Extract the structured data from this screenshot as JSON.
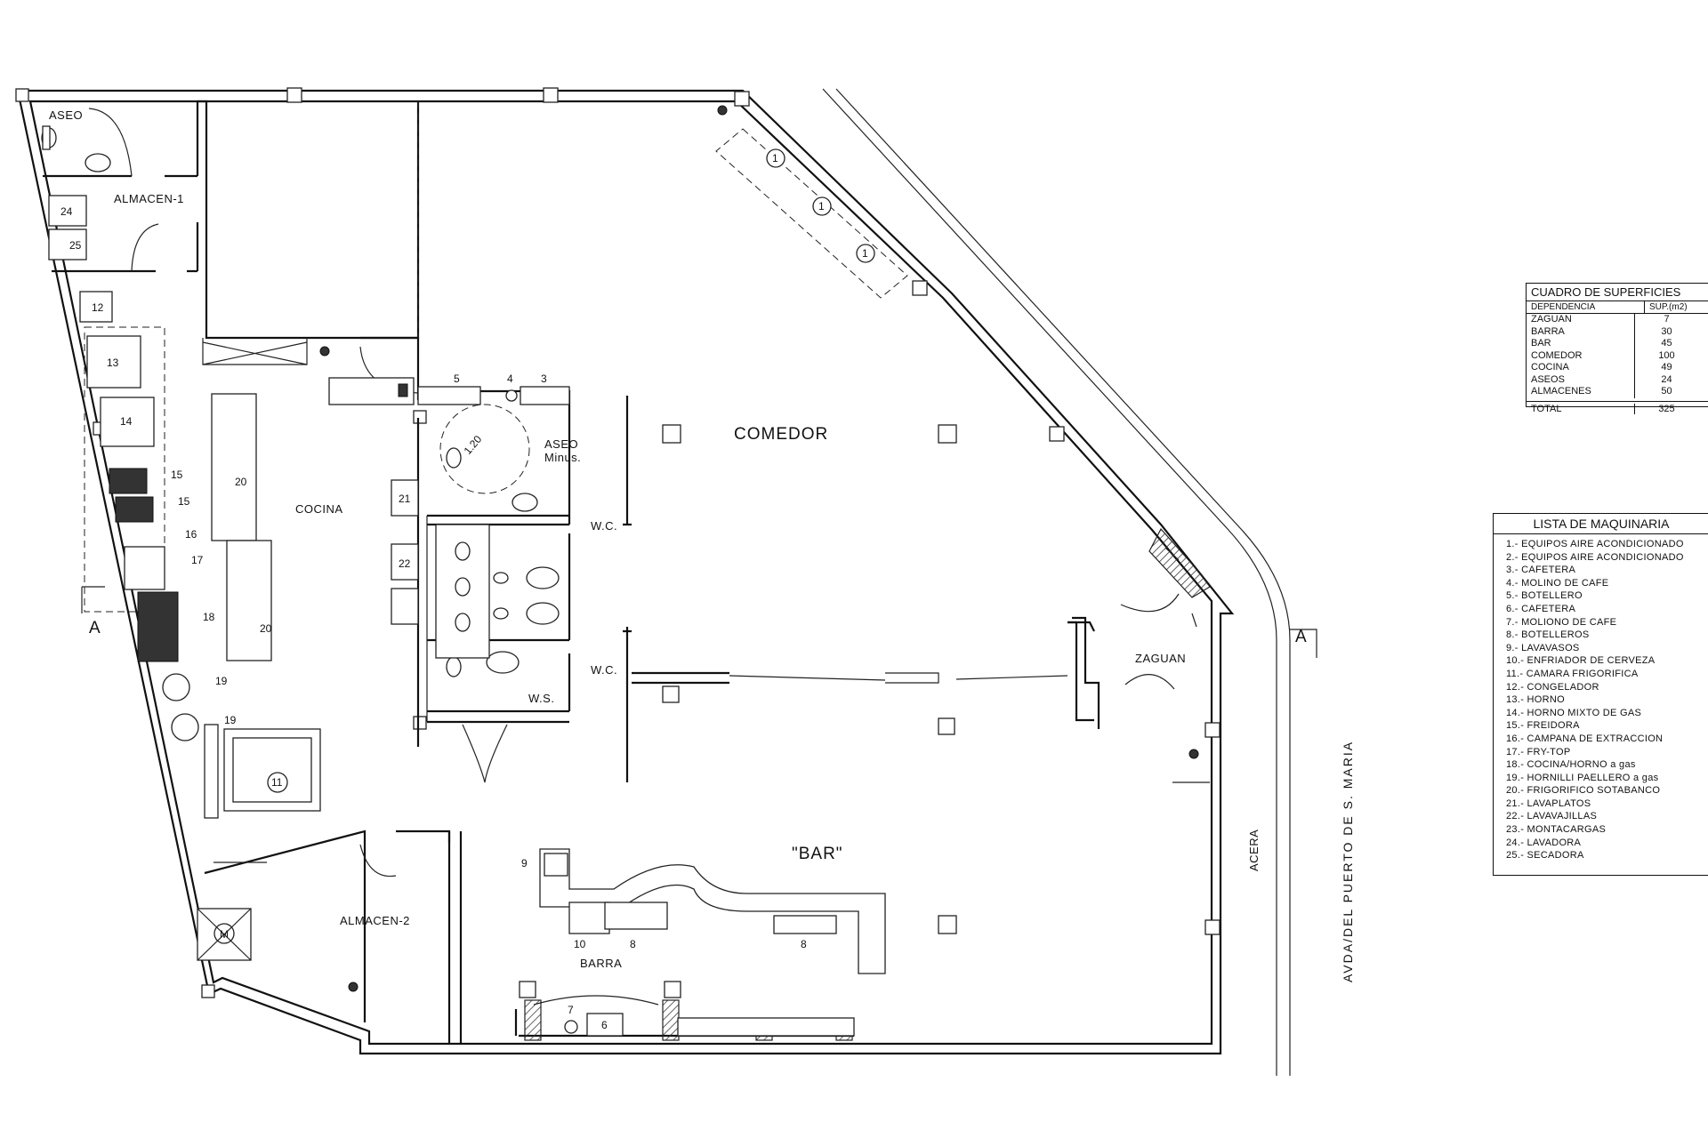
{
  "rooms": {
    "aseo": "ASEO",
    "almacen1": "ALMACEN-1",
    "cocina": "COCINA",
    "comedor": "COMEDOR",
    "aseo_minus_1": "ASEO",
    "aseo_minus_2": "Minus.",
    "wc_top": "W.C.",
    "wc_bottom": "W.C.",
    "ws": "W.S.",
    "zaguan": "ZAGUAN",
    "bar": "\"BAR\"",
    "barra": "BARRA",
    "almacen2": "ALMACEN-2",
    "acera": "ACERA",
    "street": "AVDA/DEL PUERTO DE S. MARIA",
    "section_left": "A",
    "section_right": "A",
    "dimension": "1.20",
    "montacargas_mark": "M"
  },
  "equipment_numbers": {
    "n1a": "1",
    "n1b": "1",
    "n1c": "1",
    "n3": "3",
    "n4": "4",
    "n5": "5",
    "n6": "6",
    "n7": "7",
    "n8a": "8",
    "n8b": "8",
    "n9": "9",
    "n10": "10",
    "n11": "11",
    "n12": "12",
    "n13": "13",
    "n14": "14",
    "n15a": "15",
    "n15b": "15",
    "n16": "16",
    "n17": "17",
    "n18": "18",
    "n19a": "19",
    "n19b": "19",
    "n20a": "20",
    "n20b": "20",
    "n21": "21",
    "n22": "22",
    "n24": "24",
    "n25": "25"
  },
  "superficies": {
    "title": "CUADRO DE SUPERFICIES",
    "col_dependencia": "DEPENDENCIA",
    "col_sup": "SUP.(m2)",
    "rows": [
      {
        "name": "ZAGUAN",
        "value": "7"
      },
      {
        "name": "BARRA",
        "value": "30"
      },
      {
        "name": "BAR",
        "value": "45"
      },
      {
        "name": "COMEDOR",
        "value": "100"
      },
      {
        "name": "COCINA",
        "value": "49"
      },
      {
        "name": "ASEOS",
        "value": "24"
      },
      {
        "name": "ALMACENES",
        "value": "50"
      }
    ],
    "total_label": "TOTAL",
    "total_value": "325"
  },
  "maquinaria": {
    "title": "LISTA DE MAQUINARIA",
    "items": [
      "1.- EQUIPOS AIRE ACONDICIONADO",
      "2.- EQUIPOS AIRE ACONDICIONADO",
      "3.- CAFETERA",
      "4.- MOLINO DE CAFE",
      "5.- BOTELLERO",
      "6.- CAFETERA",
      "7.- MOLIONO DE CAFE",
      "8.- BOTELLEROS",
      "9.- LAVAVASOS",
      "10.- ENFRIADOR DE CERVEZA",
      "11.- CAMARA FRIGORIFICA",
      "12.- CONGELADOR",
      "13.- HORNO",
      "14.- HORNO MIXTO DE GAS",
      "15.- FREIDORA",
      "16.- CAMPANA DE EXTRACCION",
      "17.- FRY-TOP",
      "18.- COCINA/HORNO a gas",
      "19.- HORNILLI PAELLERO a gas",
      "20.- FRIGORIFICO SOTABANCO",
      "21.- LAVAPLATOS",
      "22.- LAVAVAJILLAS",
      "23.- MONTACARGAS",
      "24.- LAVADORA",
      "25.- SECADORA"
    ]
  }
}
